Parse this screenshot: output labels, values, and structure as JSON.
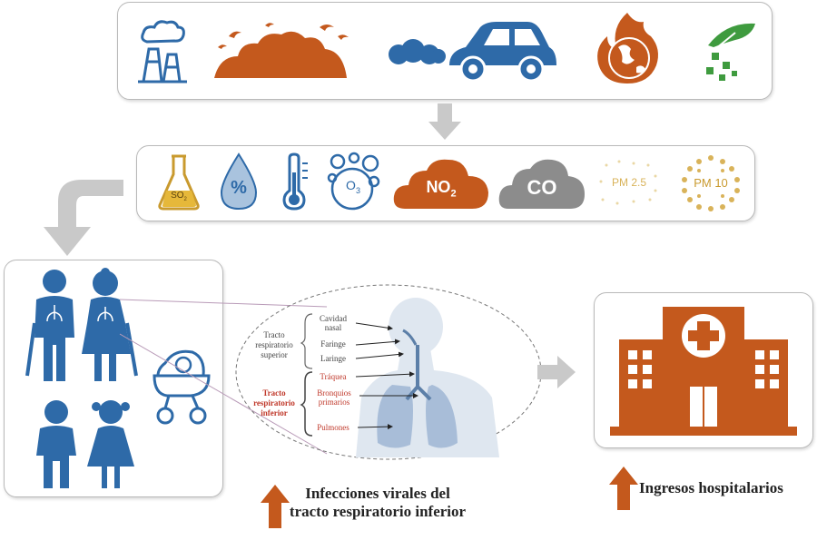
{
  "sources": {
    "icons": [
      "factory-icon",
      "wildfire-icon",
      "car-exhaust-icon",
      "burning-earth-icon",
      "plant-hand-icon"
    ]
  },
  "pollutants": {
    "so2": {
      "main": "SO",
      "sub": "2"
    },
    "humidity": "%",
    "o3": {
      "main": "O",
      "sub": "3"
    },
    "no2": {
      "main": "NO",
      "sub": "2"
    },
    "co": "CO",
    "pm25": "PM 2.5",
    "pm10": "PM 10"
  },
  "respiratory": {
    "upper_group": "Tracto respiratorio superior",
    "lower_group": "Tracto respiratorio inferior",
    "upper_items": [
      "Cavidad nasal",
      "Faringe",
      "Laringe"
    ],
    "lower_items": [
      "Tráquea",
      "Bronquios primarios",
      "Pulmones"
    ]
  },
  "outcomes": {
    "infections": "Infecciones virales del tracto respiratorio inferior",
    "hospital": "Ingresos hospitalarios"
  },
  "colors": {
    "blue": "#2e6aa8",
    "orange": "#c4591d",
    "gray": "#8c8c8c",
    "lightgray": "#c9c9c9",
    "gold": "#d9b35a",
    "red": "#c0392b"
  }
}
